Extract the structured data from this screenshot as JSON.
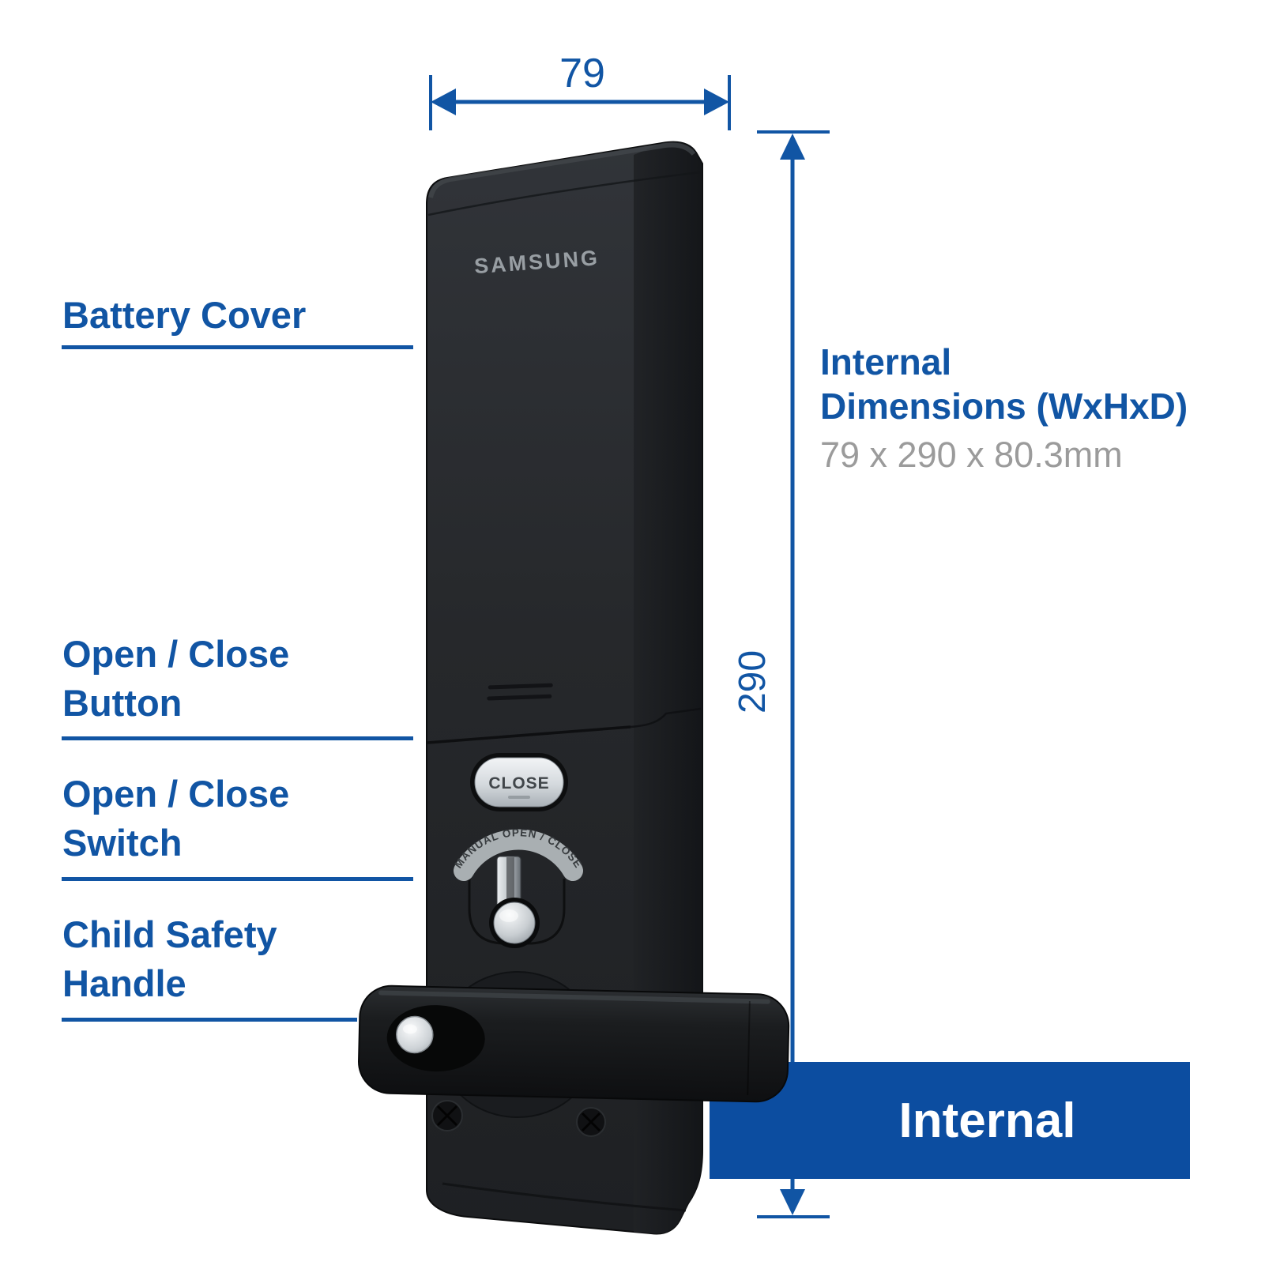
{
  "colors": {
    "accent_blue": "#1155A4",
    "banner_blue": "#0C4DA0",
    "dim_gray": "#9B9B9B",
    "body_dark": "#26282B"
  },
  "dimensions": {
    "width_label": "79",
    "height_label": "290"
  },
  "callouts": [
    {
      "id": "battery-cover",
      "line1": "Battery Cover",
      "line2": ""
    },
    {
      "id": "open-close-button",
      "line1": "Open / Close",
      "line2": "Button"
    },
    {
      "id": "open-close-switch",
      "line1": "Open / Close",
      "line2": "Switch"
    },
    {
      "id": "child-safety-handle",
      "line1": "Child Safety",
      "line2": "Handle"
    }
  ],
  "spec": {
    "title_line1": "Internal",
    "title_line2": "Dimensions (WxHxD)",
    "value": "79 x 290 x 80.3mm"
  },
  "banner": {
    "label": "Internal"
  },
  "device": {
    "brand": "SAMSUNG",
    "button_label": "CLOSE",
    "dial_label": "MANUAL OPEN / CLOSE"
  }
}
